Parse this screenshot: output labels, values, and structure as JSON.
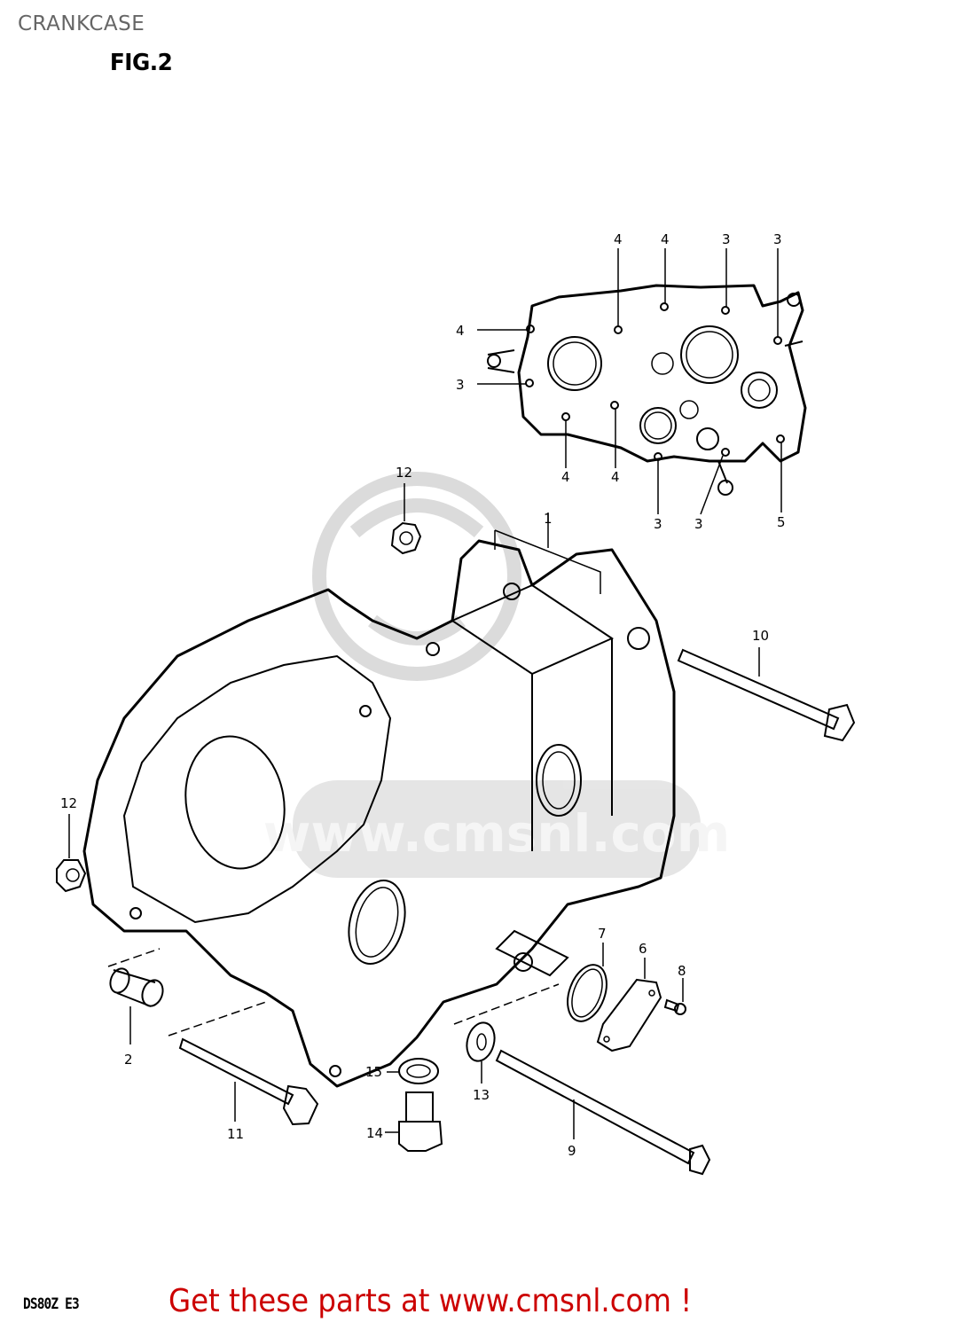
{
  "header": {
    "title": "CRANKCASE",
    "figure": "FIG.2"
  },
  "watermark": {
    "text": "www.cmsnl.com"
  },
  "diagram": {
    "subject": "crankcase exploded view",
    "callouts": {
      "c1": "1",
      "c2": "2",
      "c3a": "3",
      "c3b": "3",
      "c3c": "3",
      "c3d": "3",
      "c3e": "3",
      "c4a": "4",
      "c4b": "4",
      "c4c": "4",
      "c4d": "4",
      "c4e": "4",
      "c5": "5",
      "c6": "6",
      "c7": "7",
      "c8": "8",
      "c9": "9",
      "c10": "10",
      "c11": "11",
      "c12a": "12",
      "c12b": "12",
      "c13": "13",
      "c14": "14",
      "c15": "15"
    }
  },
  "footer": {
    "model": "DS80Z E3",
    "cta": "Get these parts at www.cmsnl.com !",
    "cta_color": "#cc0000"
  }
}
